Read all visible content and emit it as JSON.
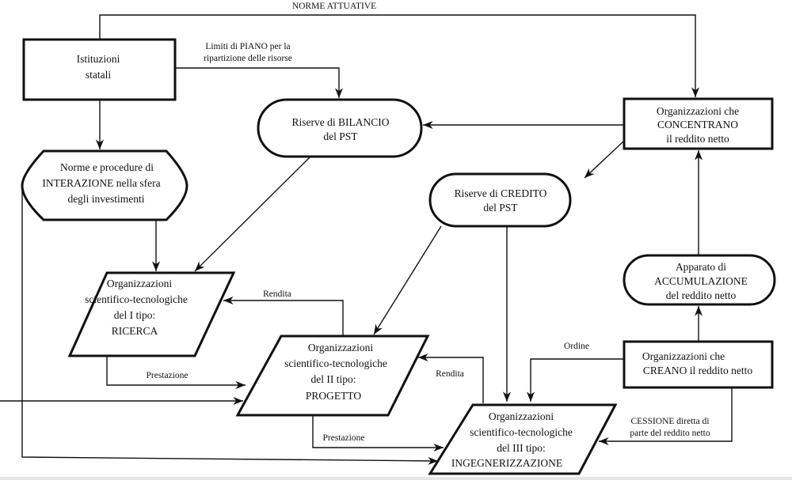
{
  "nodes": {
    "istituzioni": [
      "Istituzioni",
      "statali"
    ],
    "bilancio": [
      "Riserve di BILANCIO",
      "del PST"
    ],
    "concentrano": [
      "Organizzazioni che",
      "CONCENTRANO",
      "il reddito netto"
    ],
    "norme": [
      "Norme e procedure di",
      "INTERAZIONE nella sfera",
      "degli investimenti"
    ],
    "credito": [
      "Riserve di CREDITO",
      "del PST"
    ],
    "tipo1": [
      "Organizzazioni",
      "scientifico-tecnologiche",
      "del I tipo:",
      "RICERCA"
    ],
    "tipo2": [
      "Organizzazioni",
      "scientifico-tecnologiche",
      "del II tipo:",
      "PROGETTO"
    ],
    "tipo3": [
      "Organizzazioni",
      "scientifico-tecnologiche",
      "del III tipo:",
      "INGEGNERIZZAZIONE"
    ],
    "accumulazione": [
      "Apparato di",
      "ACCUMULAZIONE",
      "del reddito netto"
    ],
    "creano": [
      "Organizzazioni che",
      "CREANO il reddito netto"
    ]
  },
  "labels": {
    "norme_attuative": "NORME ATTUATIVE",
    "limiti": [
      "Limiti di PIANO per la",
      "ripartizione delle risorse"
    ],
    "rendita1": "Rendita",
    "rendita2": "Rendita",
    "prestazione1": "Prestazione",
    "prestazione2": "Prestazione",
    "ordine": "Ordine",
    "cessione": [
      "CESSIONE diretta di",
      "parte del reddito netto"
    ]
  }
}
